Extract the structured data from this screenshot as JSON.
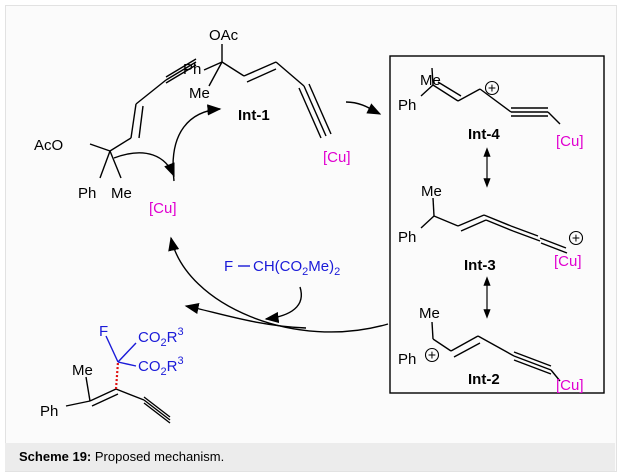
{
  "scheme": {
    "caption_label": "Scheme 19:",
    "caption_text": "Proposed mechanism.",
    "colors": {
      "copper": "#e000d0",
      "reagent": "#1a1ad8",
      "stereo": "#e01010",
      "ink": "#000000"
    },
    "substrate": {
      "ph": "Ph",
      "oac": "AcO",
      "me": "Me"
    },
    "int1": {
      "label": "Int-1",
      "oac": "OAc",
      "ph": "Ph",
      "me": "Me",
      "cu": "[Cu]"
    },
    "catalyst": {
      "cu": "[Cu]"
    },
    "reagent": {
      "f": "F",
      "text": "CH(CO",
      "sub": "2",
      "tail": "Me)",
      "sub2": "2"
    },
    "int4": {
      "label": "Int-4",
      "me": "Me",
      "ph": "Ph",
      "cu": "[Cu]"
    },
    "int3": {
      "label": "Int-3",
      "me": "Me",
      "ph": "Ph",
      "cu": "[Cu]"
    },
    "int2": {
      "label": "Int-2",
      "me": "Me",
      "ph": "Ph",
      "cu": "[Cu]"
    },
    "product": {
      "f": "F",
      "co": "CO",
      "two": "2",
      "r": "R",
      "three": "3",
      "me": "Me",
      "ph": "Ph"
    }
  }
}
